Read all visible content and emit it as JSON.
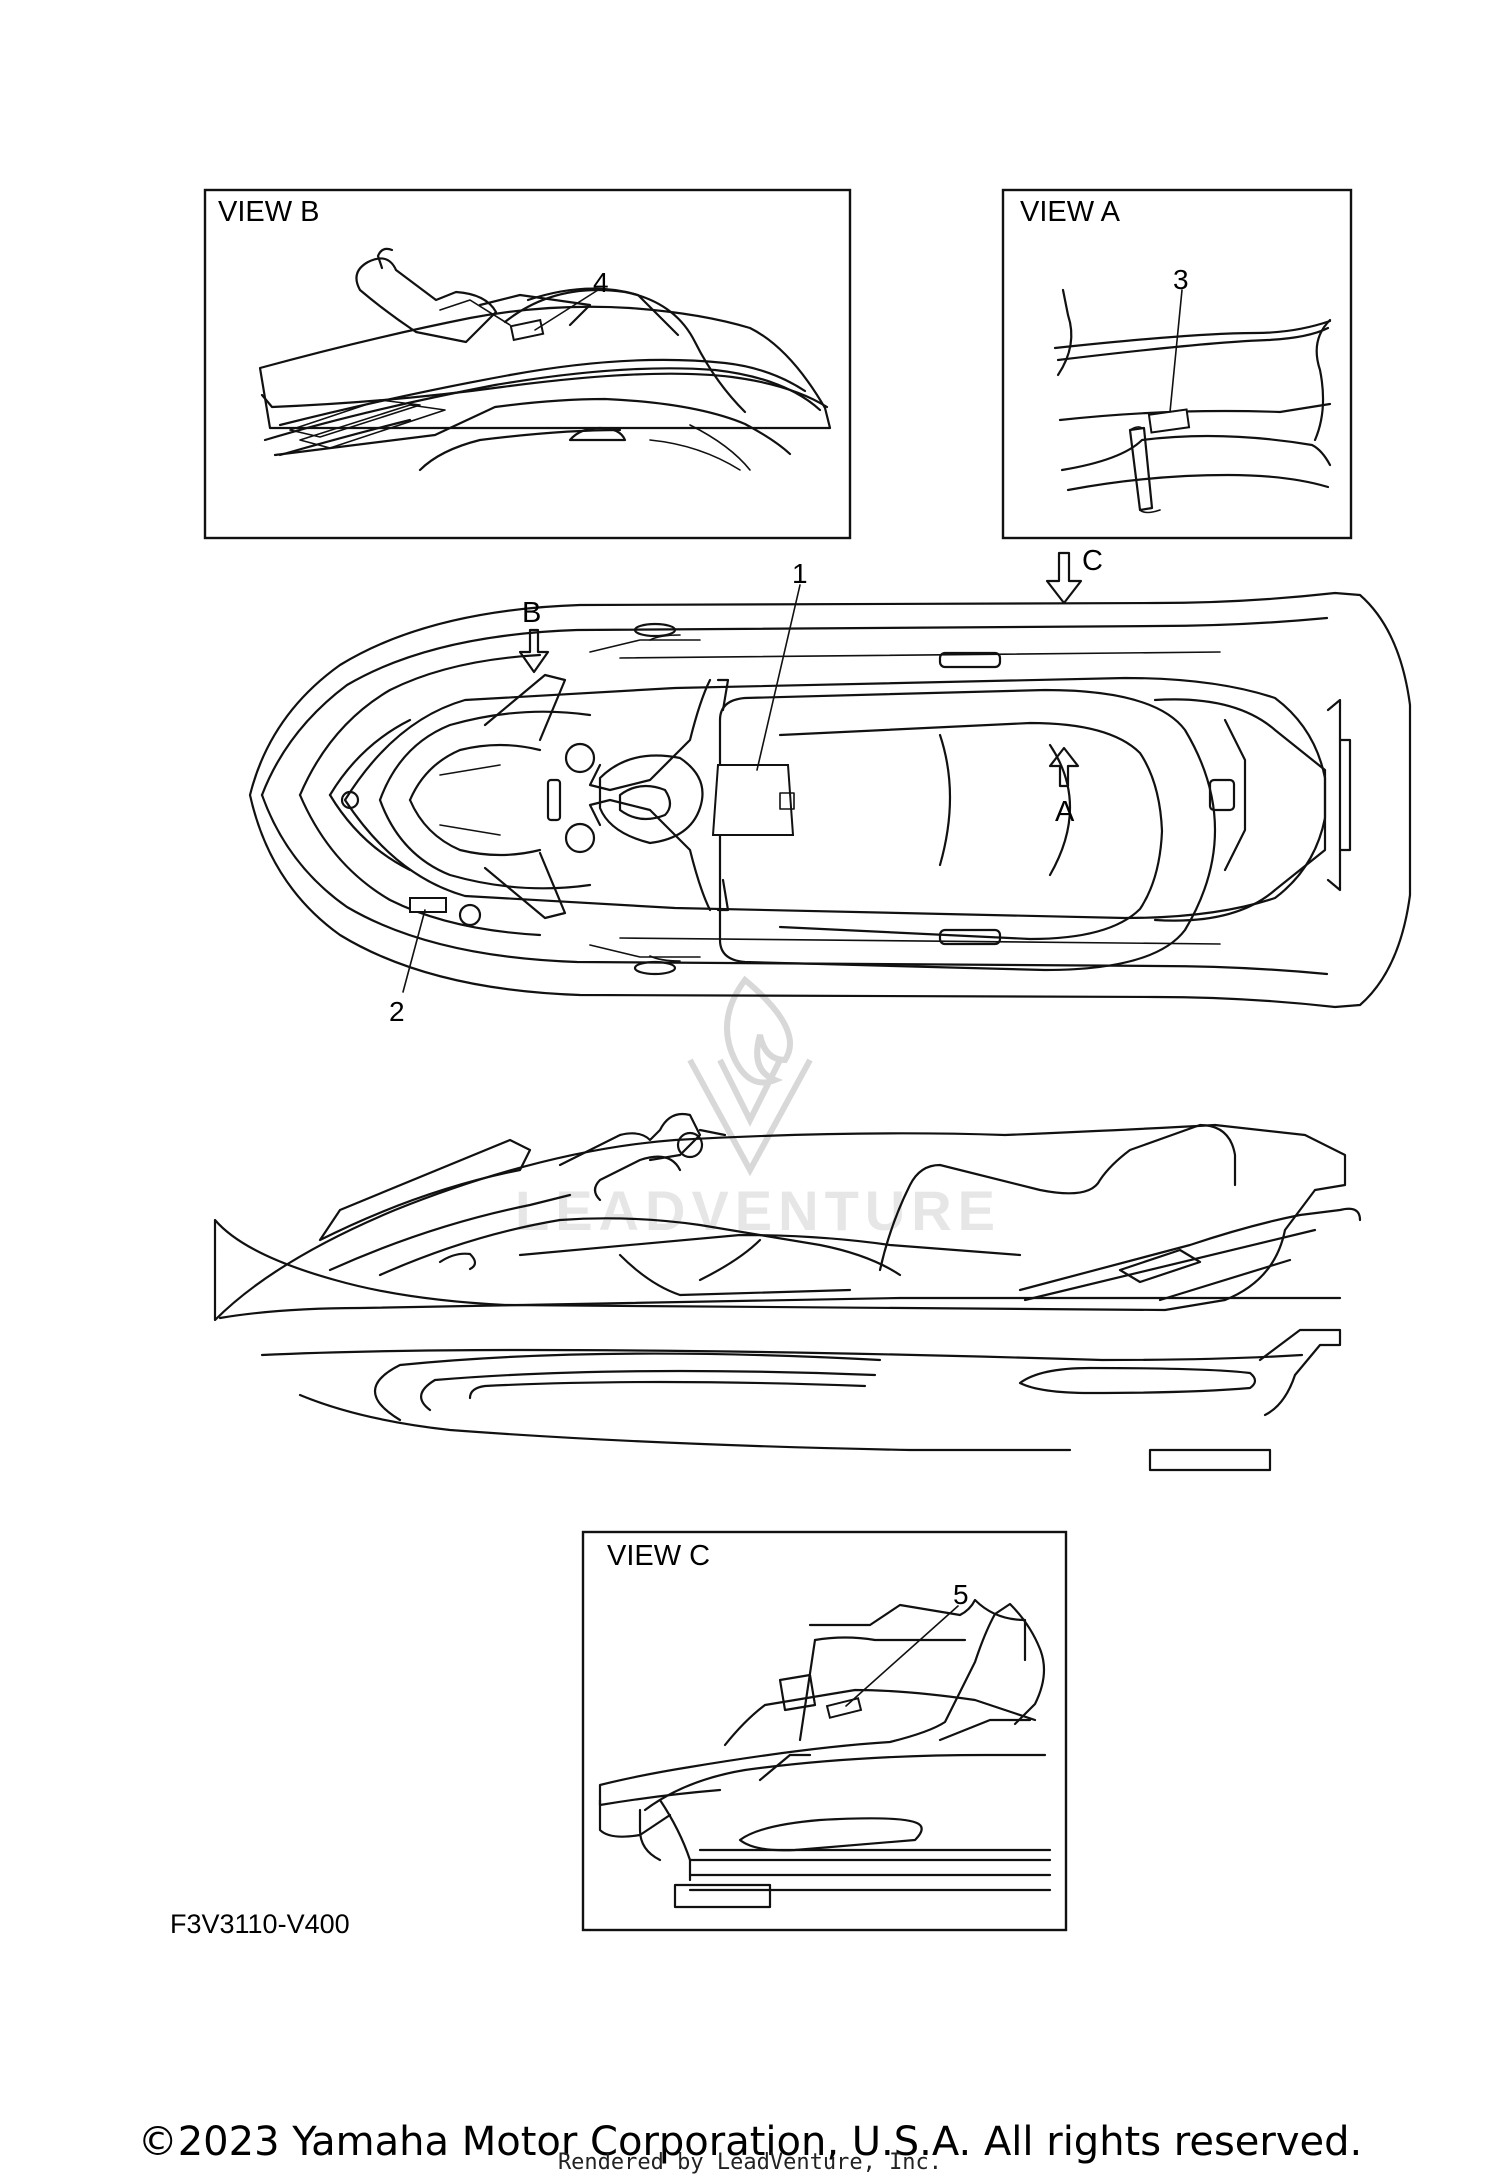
{
  "diagram": {
    "views": {
      "view_b": {
        "title": "VIEW B"
      },
      "view_a": {
        "title": "VIEW A"
      },
      "view_c": {
        "title": "VIEW C"
      }
    },
    "callouts": [
      "1",
      "2",
      "3",
      "4",
      "5"
    ],
    "view_arrows": [
      "A",
      "B",
      "C"
    ],
    "part_code": "F3V3110-V400"
  },
  "footer": {
    "copyright": "©2023 Yamaha Motor Corporation, U.S.A. All rights reserved.",
    "rendered_by": "Rendered by LeadVenture, Inc."
  },
  "watermark": {
    "text": "LEADVENTURE"
  }
}
